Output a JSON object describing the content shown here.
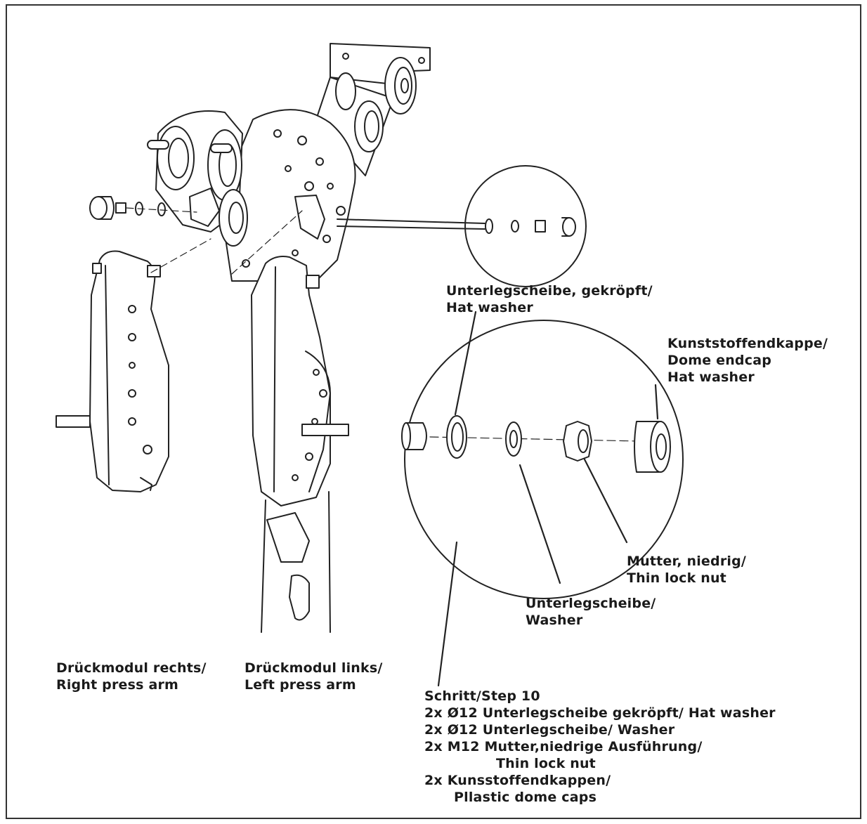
{
  "labels": {
    "hat_washer_callout": [
      "Unterlegscheibe, gekröpft/",
      "Hat washer"
    ],
    "endcap_callout": [
      "Kunststoffendkappe/",
      "Dome endcap",
      "Hat washer"
    ],
    "lock_nut_callout": [
      "Mutter, niedrig/",
      "Thin lock nut"
    ],
    "washer_callout": [
      "Unterlegscheibe/",
      "Washer"
    ],
    "right_arm": [
      "Drückmodul rechts/",
      "Right press arm"
    ],
    "left_arm": [
      "Drückmodul links/",
      "Left press arm"
    ]
  },
  "step": {
    "title": "Schritt/Step 10",
    "items": [
      "2x Ø12 Unterlegscheibe gekröpft/ Hat washer",
      "2x Ø12 Unterlegscheibe/ Washer",
      "2x M12 Mutter,niedrige Ausführung/",
      "Thin lock nut",
      "2x Kunsstoffendkappen/",
      "Pllastic dome caps"
    ]
  },
  "colors": {
    "line": "#222222",
    "frame": "#333333",
    "background": "#ffffff"
  }
}
